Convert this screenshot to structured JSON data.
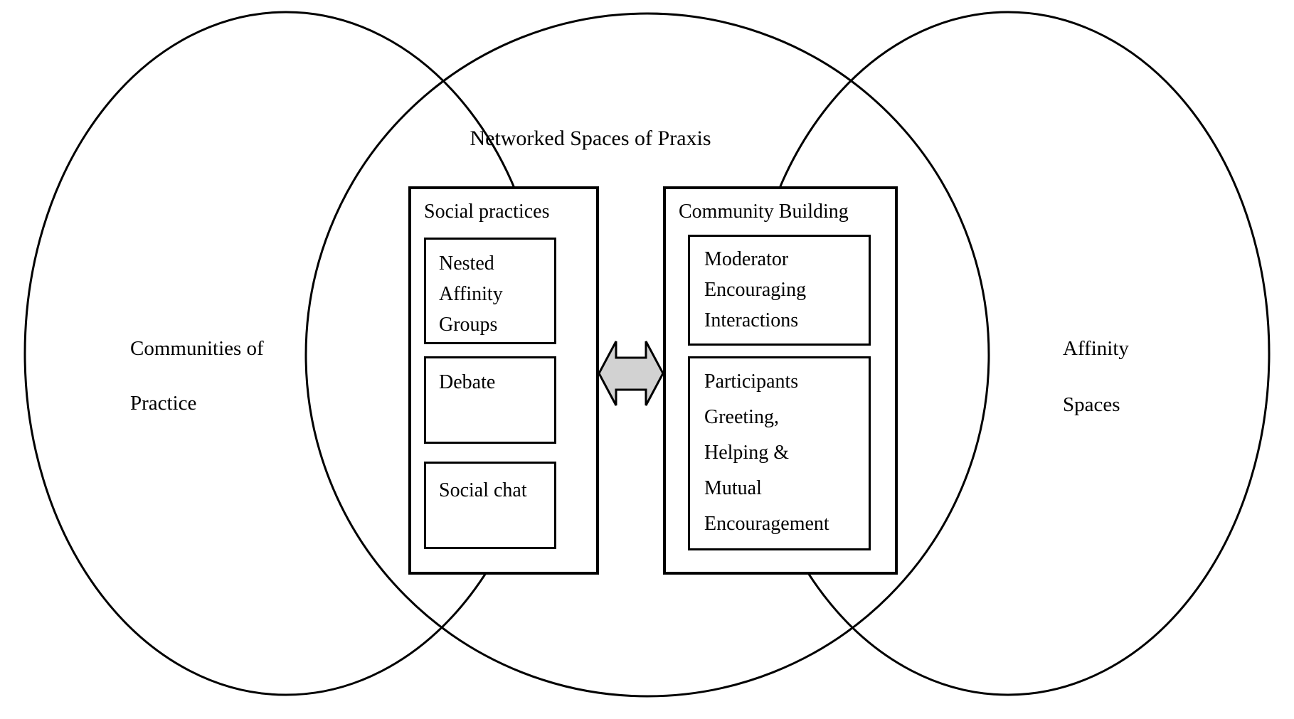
{
  "title": "Networked Spaces of Praxis",
  "left_circle_label": {
    "line1": "Communities of",
    "line2": "Practice"
  },
  "right_circle_label": {
    "line1": "Affinity",
    "line2": "Spaces"
  },
  "social_practices": {
    "title": "Social practices",
    "items": [
      {
        "lines": [
          "Nested",
          "Affinity",
          "Groups"
        ]
      },
      {
        "lines": [
          "Debate"
        ]
      },
      {
        "lines": [
          "Social chat"
        ]
      }
    ]
  },
  "community_building": {
    "title": "Community Building",
    "items": [
      {
        "lines": [
          "Moderator",
          "Encouraging",
          "Interactions"
        ]
      },
      {
        "lines": [
          "Participants",
          "Greeting,",
          "Helping &",
          "Mutual",
          "Encouragement"
        ]
      }
    ]
  },
  "arrow": {
    "type": "double-headed"
  },
  "colors": {
    "background": "#ffffff",
    "line": "#000000",
    "text": "#000000",
    "arrow_fill": "#d2d2d2",
    "arrow_stroke": "#000000"
  }
}
